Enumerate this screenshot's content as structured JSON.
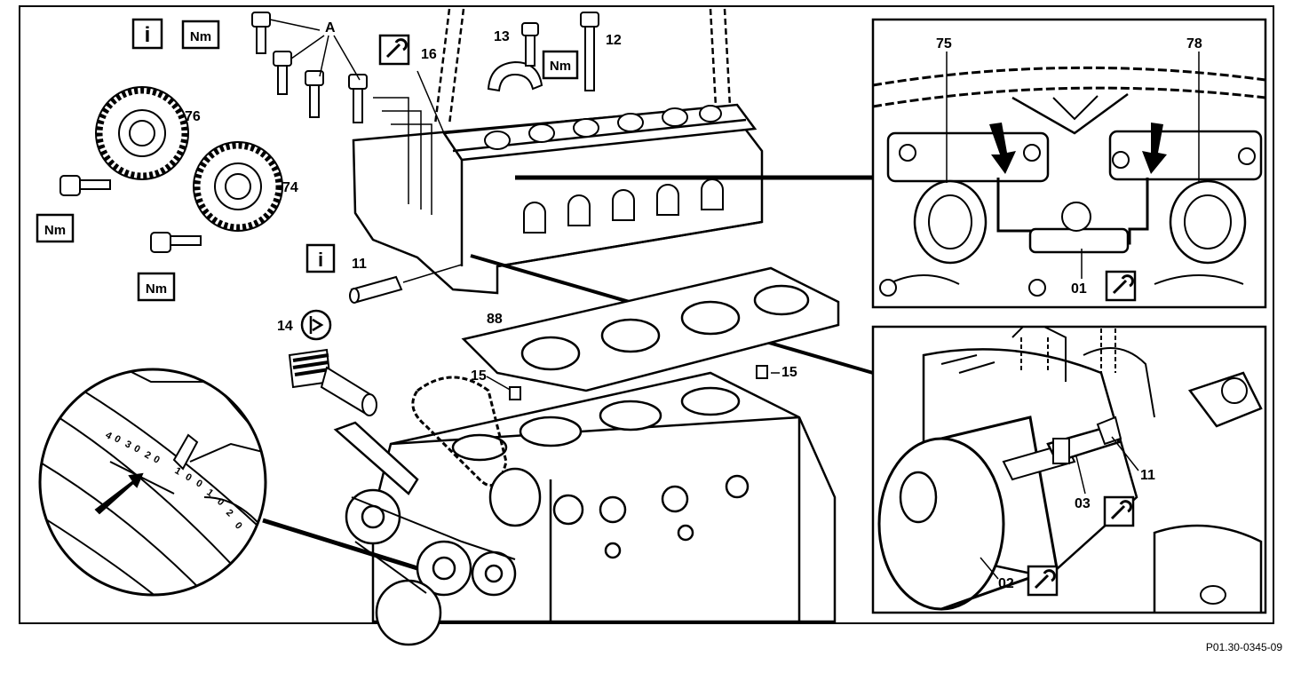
{
  "figure_ref": "P01.30-0345-09",
  "icons": {
    "info_symbol": "i",
    "torque_text": "Nm",
    "tool_icon": "wrench-tool-icon",
    "lube_icon": "lubricate-icon"
  },
  "callouts": {
    "a": "A",
    "c12": "12",
    "c13": "13",
    "c16": "16",
    "c76": "76",
    "c74": "74",
    "c11": "11",
    "c14": "14",
    "c88": "88",
    "c15a": "15",
    "c15b": "15",
    "d75": "75",
    "d78": "78",
    "d01": "01",
    "d11": "11",
    "d03": "03",
    "d02": "02"
  },
  "degree_scale": [
    "4",
    "0",
    "3",
    "0",
    "2",
    "0",
    "1",
    "0",
    "0",
    "1",
    "0",
    "2",
    "0"
  ],
  "colors": {
    "line": "#000000",
    "background": "#ffffff"
  }
}
